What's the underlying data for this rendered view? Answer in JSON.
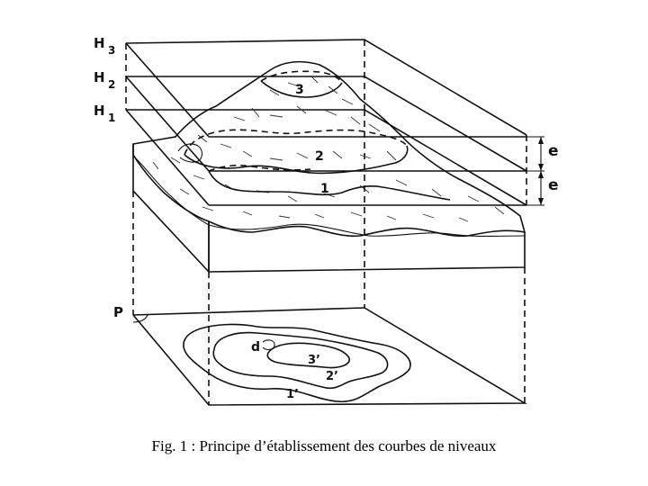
{
  "caption": "Fig. 1 :  Principe d’établissement des courbes de niveaux",
  "levels": {
    "h1": "H",
    "h1_sub": "1",
    "h2": "H",
    "h2_sub": "2",
    "h3": "H",
    "h3_sub": "3"
  },
  "plane_label": "P",
  "equidistance": {
    "upper": "e",
    "lower": "e"
  },
  "contour_labels": {
    "c1": "1",
    "c2": "2",
    "c3": "3"
  },
  "projected_labels": {
    "c1": "1’",
    "c2": "2’",
    "c3": "3’",
    "d": "d"
  },
  "colors": {
    "ink": "#111111",
    "background": "#ffffff"
  }
}
